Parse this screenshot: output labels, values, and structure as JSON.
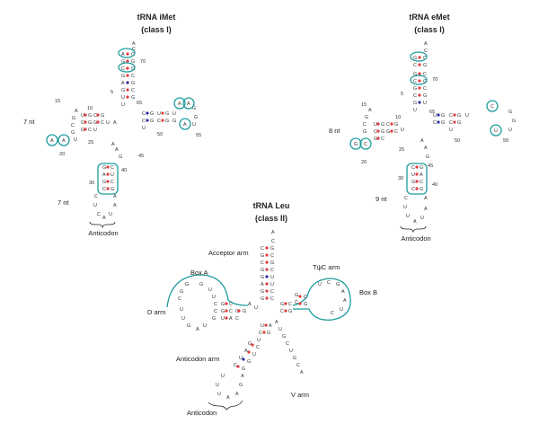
{
  "panels": {
    "imet": {
      "title": "tRNA iMet",
      "class_label": "(class I)",
      "dloop_size": "7 nt",
      "anticodon_loop_size": "7 nt",
      "anticodon_label": "Anticodon",
      "positions": [
        "70",
        "65",
        "15",
        "10",
        "25",
        "5",
        "50",
        "55",
        "45",
        "20",
        "40",
        "30"
      ]
    },
    "emet": {
      "title": "tRNA eMet",
      "class_label": "(class I)",
      "dloop_size": "8 nt",
      "anticodon_loop_size": "9 nt",
      "anticodon_label": "Anticodon",
      "positions": [
        "70",
        "5",
        "65",
        "15",
        "10",
        "25",
        "50",
        "55",
        "20",
        "45",
        "30",
        "40"
      ]
    },
    "leu": {
      "title": "tRNA Leu",
      "class_label": "(class II)",
      "labels": {
        "acceptor_arm": "Acceptor arm",
        "box_a": "Box A",
        "box_b": "Box B",
        "tpsic_arm": "TψC arm",
        "d_arm": "D arm",
        "anticodon_arm": "Anticodon arm",
        "v_arm": "V arm",
        "anticodon": "Anticodon"
      }
    }
  },
  "colors": {
    "watson_crick_pair": "#e23b3b",
    "gu_pair": "#2a2ea0",
    "highlight": "#1f9c9c",
    "text": "#222222"
  }
}
